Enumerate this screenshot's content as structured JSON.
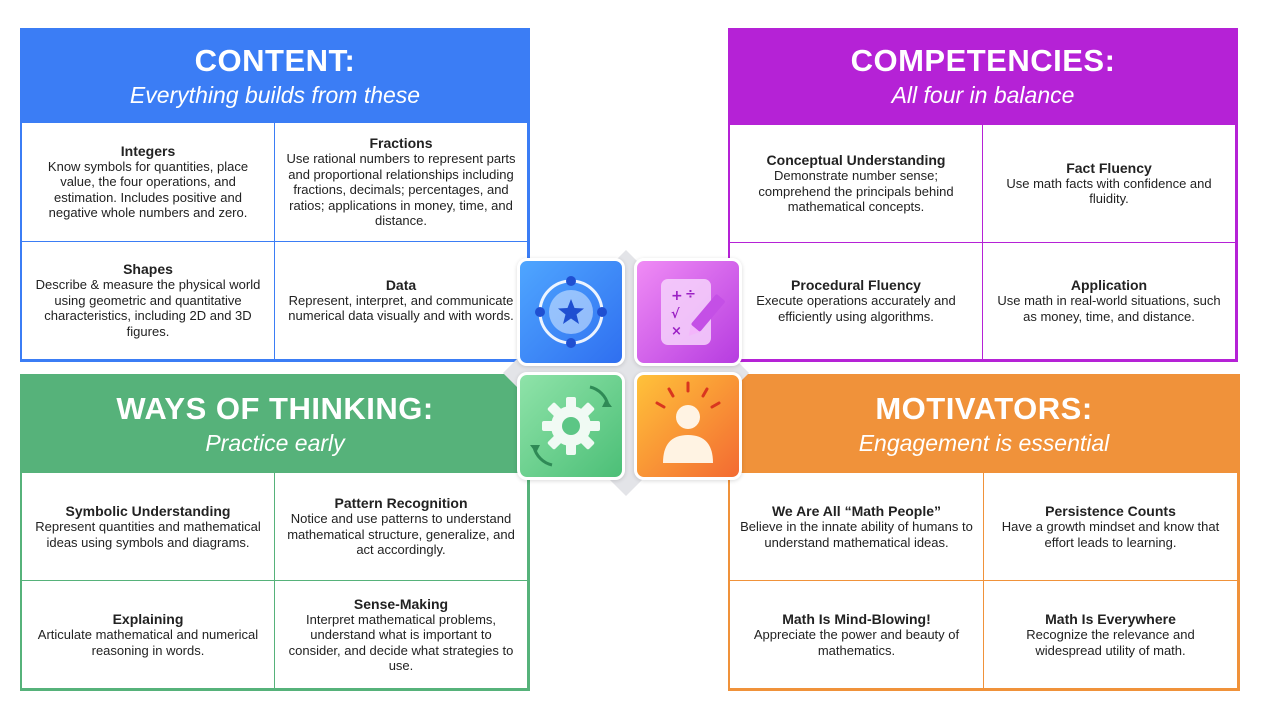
{
  "content": {
    "title": "CONTENT:",
    "subtitle": "Everything builds from these",
    "cells": [
      {
        "title": "Integers",
        "desc": "Know symbols for quantities, place value, the four operations, and estimation. Includes positive and negative whole numbers and zero."
      },
      {
        "title": "Fractions",
        "desc": "Use rational numbers to represent parts and proportional relationships including fractions, decimals; percentages, and ratios; applications in money, time, and distance."
      },
      {
        "title": "Shapes",
        "desc": "Describe & measure the physical world using geometric and quantitative characteristics, including 2D and 3D figures."
      },
      {
        "title": "Data",
        "desc": "Represent, interpret, and communicate numerical data visually and with words."
      }
    ]
  },
  "competencies": {
    "title": "COMPETENCIES:",
    "subtitle": "All four in balance",
    "cells": [
      {
        "title": "Conceptual Understanding",
        "desc": "Demonstrate number sense; comprehend the principals behind mathematical concepts."
      },
      {
        "title": "Fact Fluency",
        "desc": "Use math facts with confidence and fluidity."
      },
      {
        "title": "Procedural Fluency",
        "desc": "Execute operations accurately and efficiently using algorithms."
      },
      {
        "title": "Application",
        "desc": "Use math in real-world situations, such as money, time, and distance."
      }
    ]
  },
  "ways": {
    "title": "WAYS OF THINKING:",
    "subtitle": "Practice early",
    "cells": [
      {
        "title": "Symbolic Understanding",
        "desc": "Represent quantities and mathematical ideas using symbols and diagrams."
      },
      {
        "title": "Pattern Recognition",
        "desc": "Notice and use patterns to understand mathematical structure, generalize, and act accordingly."
      },
      {
        "title": "Explaining",
        "desc": "Articulate mathematical and numerical reasoning in words."
      },
      {
        "title": "Sense-Making",
        "desc": "Interpret mathematical problems, understand what is important to consider, and decide what strategies to use."
      }
    ]
  },
  "motivators": {
    "title": "MOTIVATORS:",
    "subtitle": "Engagement is essential",
    "cells": [
      {
        "title": "We Are All “Math People”",
        "desc": "Believe in the innate ability of humans to understand mathematical ideas."
      },
      {
        "title": "Persistence Counts",
        "desc": "Have a growth mindset and know that effort leads to learning."
      },
      {
        "title": "Math Is Mind-Blowing!",
        "desc": "Appreciate the power and beauty of mathematics."
      },
      {
        "title": "Math Is Everywhere",
        "desc": "Recognize the relevance and widespread utility of math."
      }
    ]
  },
  "colors": {
    "content": "#3b7df5",
    "competencies": "#b522d6",
    "ways": "#56b27a",
    "motivators": "#f0923a"
  },
  "icons": {
    "content": "star-orbit-icon",
    "competencies": "math-worksheet-pencil-icon",
    "ways": "gear-cycle-icon",
    "motivators": "person-idea-icon"
  }
}
